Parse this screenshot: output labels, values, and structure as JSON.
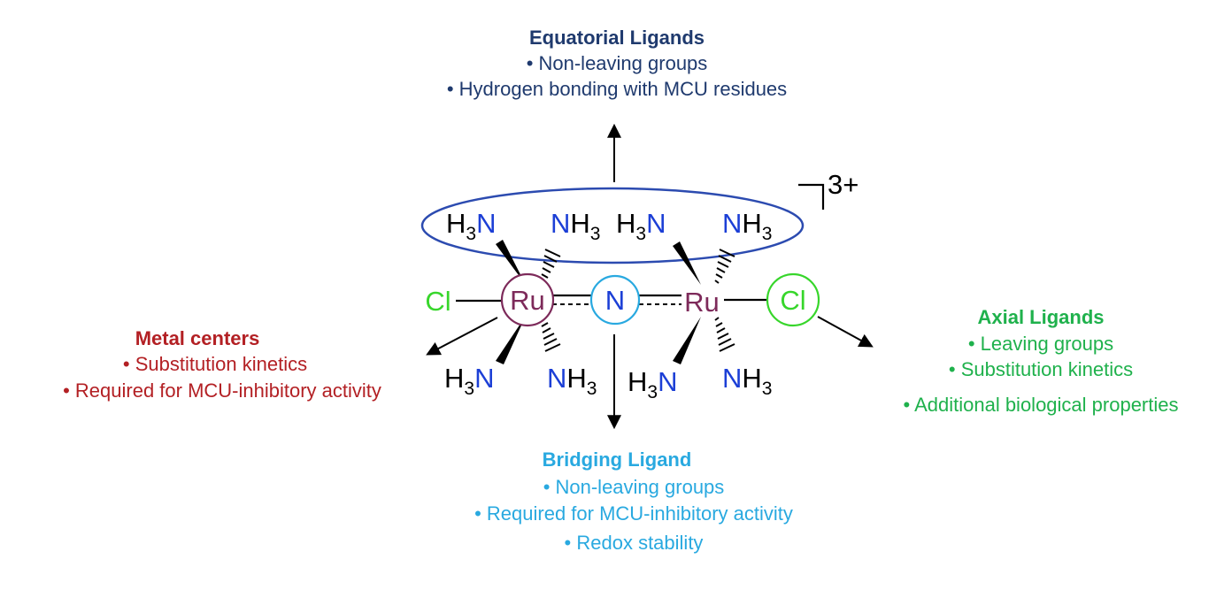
{
  "colors": {
    "equatorial": "#1f3a6e",
    "bridging": "#29a9e0",
    "metal": "#b32024",
    "axial": "#1fb14c",
    "ru_circle": "#7d2a5a",
    "chlorine": "#37d62b",
    "nitrogen": "#1c3fd6",
    "ellipse": "#2c4bb0",
    "ink": "#000000"
  },
  "equatorial": {
    "title": "Equatorial Ligands",
    "bullets": [
      "• Non-leaving groups",
      "• Hydrogen bonding with MCU residues"
    ]
  },
  "metal": {
    "title": "Metal centers",
    "bullets": [
      "• Substitution kinetics",
      "• Required for MCU-inhibitory activity"
    ]
  },
  "axial": {
    "title": "Axial Ligands",
    "bullets": [
      "• Leaving groups",
      "• Substitution kinetics",
      "• Additional biological properties"
    ]
  },
  "bridging": {
    "title": "Bridging Ligand",
    "bullets": [
      "• Non-leaving groups",
      "• Required for MCU-inhibitory activity",
      "• Redox stability"
    ]
  },
  "structure": {
    "charge": "3+",
    "ru": "Ru",
    "cl": "Cl",
    "n_bridge": "N",
    "h": "H",
    "n": "N",
    "sub3": "3"
  }
}
